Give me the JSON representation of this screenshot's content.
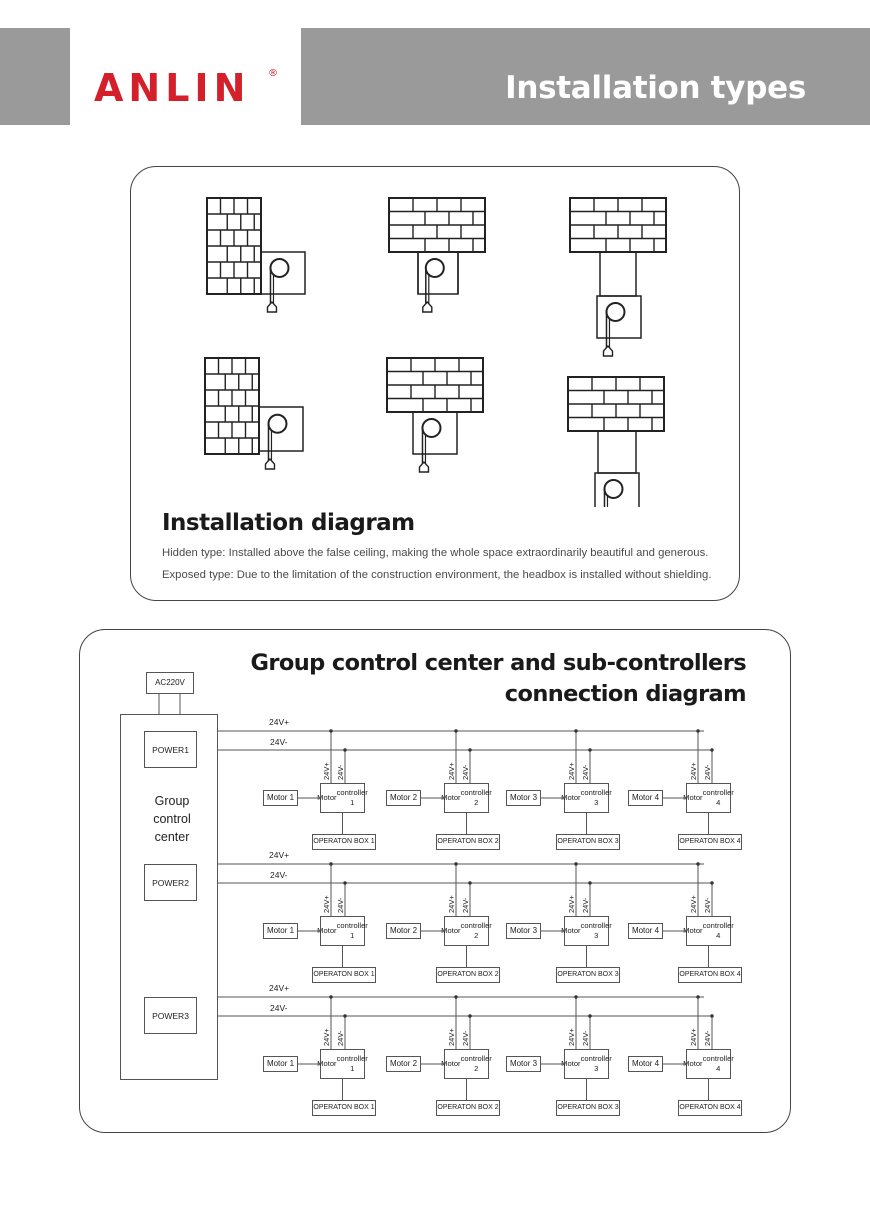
{
  "header": {
    "logo": "ANLIN",
    "logo_mark": "®",
    "title": "Installation types"
  },
  "installation": {
    "title": "Installation diagram",
    "lines": [
      "Hidden type: Installed above the false ceiling, making the whole space extraordinarily beautiful and generous.",
      "Exposed type: Due to the limitation of the construction environment, the headbox is installed without shielding."
    ]
  },
  "connection": {
    "title_line1": "Group control center and sub-controllers",
    "title_line2": "connection diagram",
    "ac_label": "AC220V",
    "center_label_lines": [
      "Group",
      "control",
      "center"
    ],
    "bus_pos": "24V+",
    "bus_neg": "24V-",
    "powers": [
      "POWER1",
      "POWER2",
      "POWER3"
    ],
    "motors": [
      "Motor 1",
      "Motor 2",
      "Motor 3",
      "Motor 4"
    ],
    "controllers": [
      [
        "Motor",
        "controller 1"
      ],
      [
        "Motor",
        "controller 2"
      ],
      [
        "Motor",
        "controller 3"
      ],
      [
        "Motor",
        "controller 4"
      ]
    ],
    "boxes": [
      "OPERATON BOX 1",
      "OPERATON BOX 2",
      "OPERATON BOX 3",
      "OPERATON BOX 4"
    ]
  },
  "colors": {
    "brand_red": "#d4202a",
    "header_gray": "#9a9a9a"
  }
}
